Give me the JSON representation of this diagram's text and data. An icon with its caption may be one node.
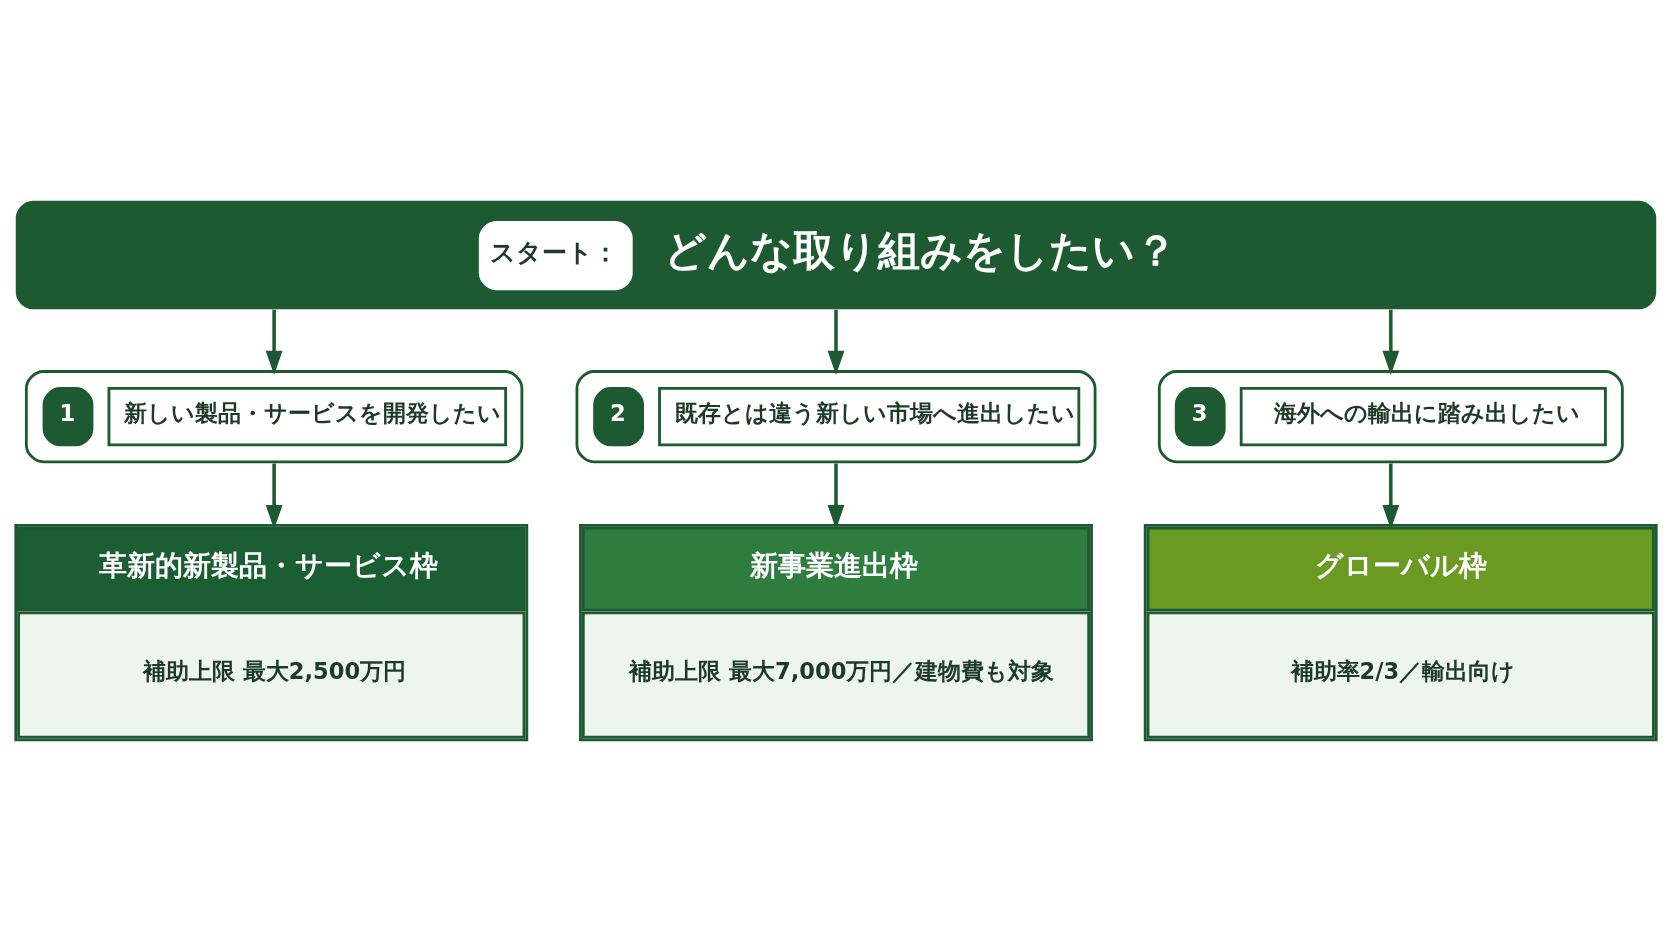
{
  "diagram": {
    "nodes": [
      {
        "text": [
          "スタート：",
          "どんな取り組みをしたい？"
        ]
      },
      {
        "text": [
          "1",
          "新しい製品・サービスを開発したい"
        ]
      },
      {
        "text": [
          "2",
          "既存とは違う新しい市場へ進出したい"
        ]
      },
      {
        "text": [
          "3",
          "海外への輸出に踏み出したい"
        ]
      },
      {
        "text": [
          "革新的新製品・サービス枠",
          "補助上限 最大2,500万円"
        ]
      },
      {
        "text": [
          "新事業進出枠",
          "補助上限 最大7,000万円／建物費も対象"
        ]
      },
      {
        "text": [
          "グローバル枠",
          "補助率2/3／輸出向け"
        ]
      }
    ],
    "edges": [
      {
        "from": 0,
        "to": 1,
        "arrow": "to"
      },
      {
        "from": 0,
        "to": 2,
        "arrow": "to"
      },
      {
        "from": 0,
        "to": 3,
        "arrow": "to"
      },
      {
        "from": 1,
        "to": 4,
        "arrow": "to"
      },
      {
        "from": 2,
        "to": 5,
        "arrow": "to"
      },
      {
        "from": 3,
        "to": 6,
        "arrow": "to"
      }
    ]
  }
}
